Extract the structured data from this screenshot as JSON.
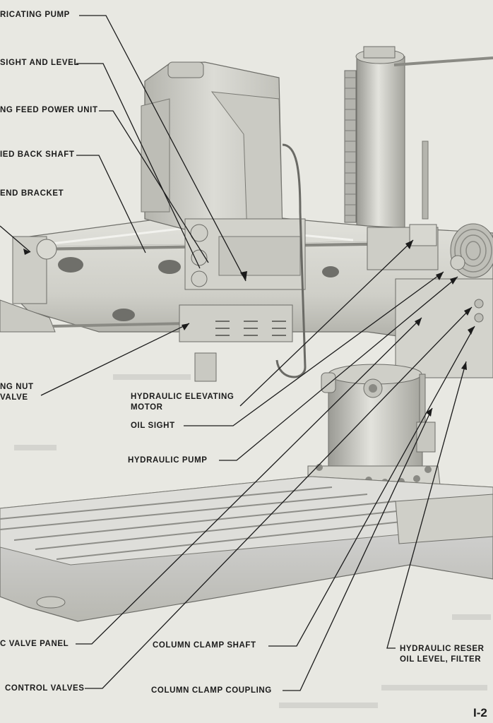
{
  "labels": {
    "lubricating_pump": "RICATING PUMP",
    "sight_and_level": "SIGHT AND LEVEL",
    "feed_power_unit": "NG FEED POWER UNIT",
    "back_shaft": "IED BACK SHAFT",
    "end_bracket": "END BRACKET",
    "nut_valve_1": "NG NUT",
    "nut_valve_2": "VALVE",
    "hyd_elev_motor_1": "HYDRAULIC ELEVATING",
    "hyd_elev_motor_2": "MOTOR",
    "oil_sight": "OIL SIGHT",
    "hydraulic_pump": "HYDRAULIC PUMP",
    "valve_panel": "C VALVE PANEL",
    "control_valves": "CONTROL VALVES",
    "column_clamp_shaft": "COLUMN CLAMP SHAFT",
    "column_clamp_coupling": "COLUMN CLAMP COUPLING",
    "hyd_reservoir_1": "HYDRAULIC RESER",
    "hyd_reservoir_2": "OIL LEVEL, FILTER"
  },
  "page_number": "I-2",
  "colors": {
    "paper": "#e8e8e2",
    "ink": "#1b1b1b",
    "metal_light": "#d9d9d3",
    "metal_mid": "#b9b9b2",
    "metal_dark": "#8a8a84"
  }
}
